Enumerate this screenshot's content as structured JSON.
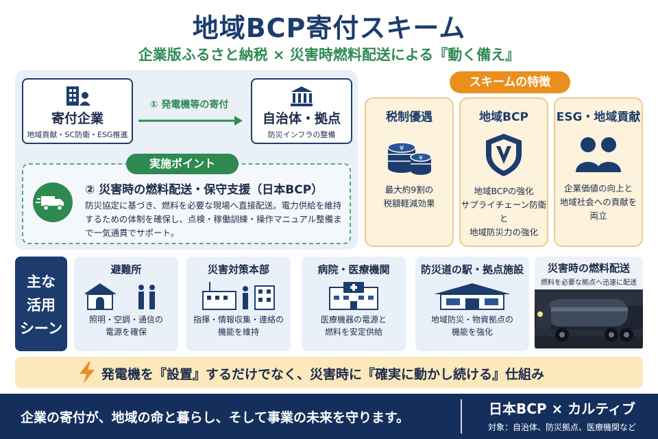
{
  "header": {
    "title": "地域BCP寄付スキーム",
    "subtitle": "企業版ふるさと納税 × 災害時燃料配送による『動く備え』"
  },
  "flow": {
    "donor": {
      "title": "寄付企業",
      "desc": "地域貢献・SC防衛・ESG推進",
      "icon": "office-building-icon"
    },
    "arrow_label": "① 発電機等の寄付",
    "recipient": {
      "title": "自治体・拠点",
      "desc": "防災インフラの整備",
      "icon": "government-building-icon"
    }
  },
  "implementation": {
    "pill": "実施ポイント",
    "title": "② 災害時の燃料配送・保守支援（日本BCP）",
    "desc": "防災協定に基づき、燃料を必要な現場へ直接配送。電力供給を維持するための体制を確保し、点検・稼働訓練・操作マニュアル整備まで一気通貫でサポート。",
    "icon": "delivery-truck-icon"
  },
  "features": {
    "pill": "スキームの特徴",
    "items": [
      {
        "title": "税制優遇",
        "desc": "最大約9割の\n税額軽減効果",
        "icon": "yen-coins-icon"
      },
      {
        "title": "地域BCP",
        "desc": "地域BCPの強化\nサプライチェーン防衛と\n地域防災力の強化",
        "icon": "shield-icon"
      },
      {
        "title": "ESG・地域貢献",
        "desc": "企業価値の向上と\n地域社会への貢献を\n両立",
        "icon": "people-icon"
      }
    ]
  },
  "scenes": {
    "label": "主な\n活用\nシーン",
    "items": [
      {
        "title": "避難所",
        "desc": "照明・空調・通信の\n電源を確保",
        "icon": "shelter-icon"
      },
      {
        "title": "災害対策本部",
        "desc": "指揮・情報収集・連絡の\n機能を維持",
        "icon": "hq-building-icon"
      },
      {
        "title": "病院・医療機関",
        "desc": "医療機器の電源と\n燃料を安定供給",
        "icon": "hospital-icon"
      },
      {
        "title": "防災道の駅・拠点施設",
        "desc": "地域防災・物資拠点の\n機能を強化",
        "icon": "roadside-station-icon"
      }
    ],
    "photo": {
      "title": "災害時の燃料配送",
      "sub": "燃料を必要な拠点へ迅速に配送",
      "icon": "tanker-truck-icon"
    }
  },
  "banner": {
    "text": "発電機を『設置』するだけでなく、災害時に『確実に動かし続ける』仕組み",
    "icon": "lightning-icon"
  },
  "footer": {
    "message": "企業の寄付が、地域の命と暮らし、そして事業の未来を守ります。",
    "brand": "日本BCP × カルティブ",
    "target": "対象：自治体、防災拠点、医療機関など"
  },
  "colors": {
    "navy": "#1d3c6e",
    "green": "#2f8a52",
    "orange": "#ea8f1d",
    "cream": "#fdf2dc"
  }
}
